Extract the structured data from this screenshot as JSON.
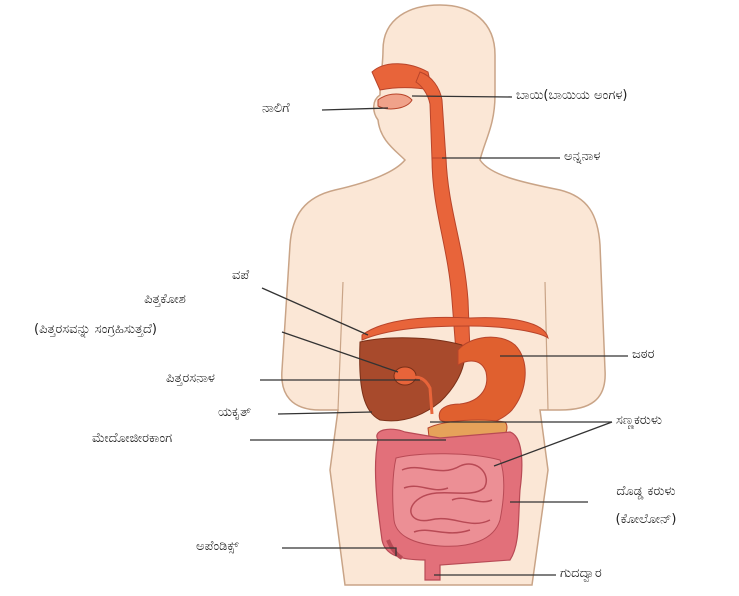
{
  "labels": {
    "tongue": "ನಾಲಿಗೆ",
    "mouth": "ಬಾಯಿ(ಬಾಯಿಯ ಅಂಗಳ)",
    "oesophagus": "ಅನ್ನನಾಳ",
    "diaphragm": "ವಪೆ",
    "gall_bladder": "ಪಿತ್ತಕೋಶ",
    "gall_bladder_note": "(ಪಿತ್ತರಸವನ್ನು ಸಂಗ್ರಹಿಸುತ್ತದೆ)",
    "stomach": "ಜಠರ",
    "bile_duct": "ಪಿತ್ತರಸನಾಳ",
    "liver": "ಯಕೃತ್",
    "small_intestine": "ಸಣ್ಣಕರುಳು",
    "pancreas": "ಮೇದೋಜೀರಕಾಂಗ",
    "large_intestine": "ದೊಡ್ಡ ಕರುಳು",
    "colon": "(ಕೋಲೋನ್)",
    "appendix": "ಅಪೆಂಡಿಕ್ಸ್",
    "anus": "ಗುದದ್ವಾರ"
  },
  "colors": {
    "skin_fill": "#fbe7d6",
    "skin_stroke": "#c9a487",
    "tract": "#e8643a",
    "tract_dark": "#b8442a",
    "liver": "#a84a2c",
    "stomach": "#e0602f",
    "intestine": "#e2707a",
    "intestine_dark": "#b84a55",
    "pancreas": "#e6a25a",
    "line": "#333333"
  }
}
